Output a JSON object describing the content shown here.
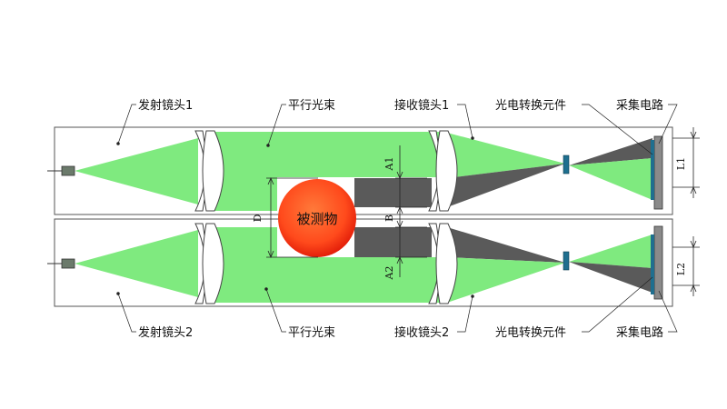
{
  "labels": {
    "emitter_lens_1": "发射镜头1",
    "parallel_beam_top": "平行光束",
    "receiver_lens_1": "接收镜头1",
    "photoelectric_element_top": "光电转换元件",
    "acquisition_circuit_top": "采集电路",
    "emitter_lens_2": "发射镜头2",
    "parallel_beam_bottom": "平行光束",
    "receiver_lens_2": "接收镜头2",
    "photoelectric_element_bottom": "光电转换元件",
    "acquisition_circuit_bottom": "采集电路",
    "measured_object": "被测物"
  },
  "dimensions": {
    "d": "D",
    "a1": "A1",
    "b": "B",
    "a2": "A2",
    "l1": "L1",
    "l2": "L2"
  },
  "colors": {
    "beam_green": "#7fea7f",
    "shadow_gray": "#5a5a5a",
    "object_red": "#ff4a1c",
    "element_teal": "#1f6f8f",
    "frame_gray": "#555555"
  }
}
